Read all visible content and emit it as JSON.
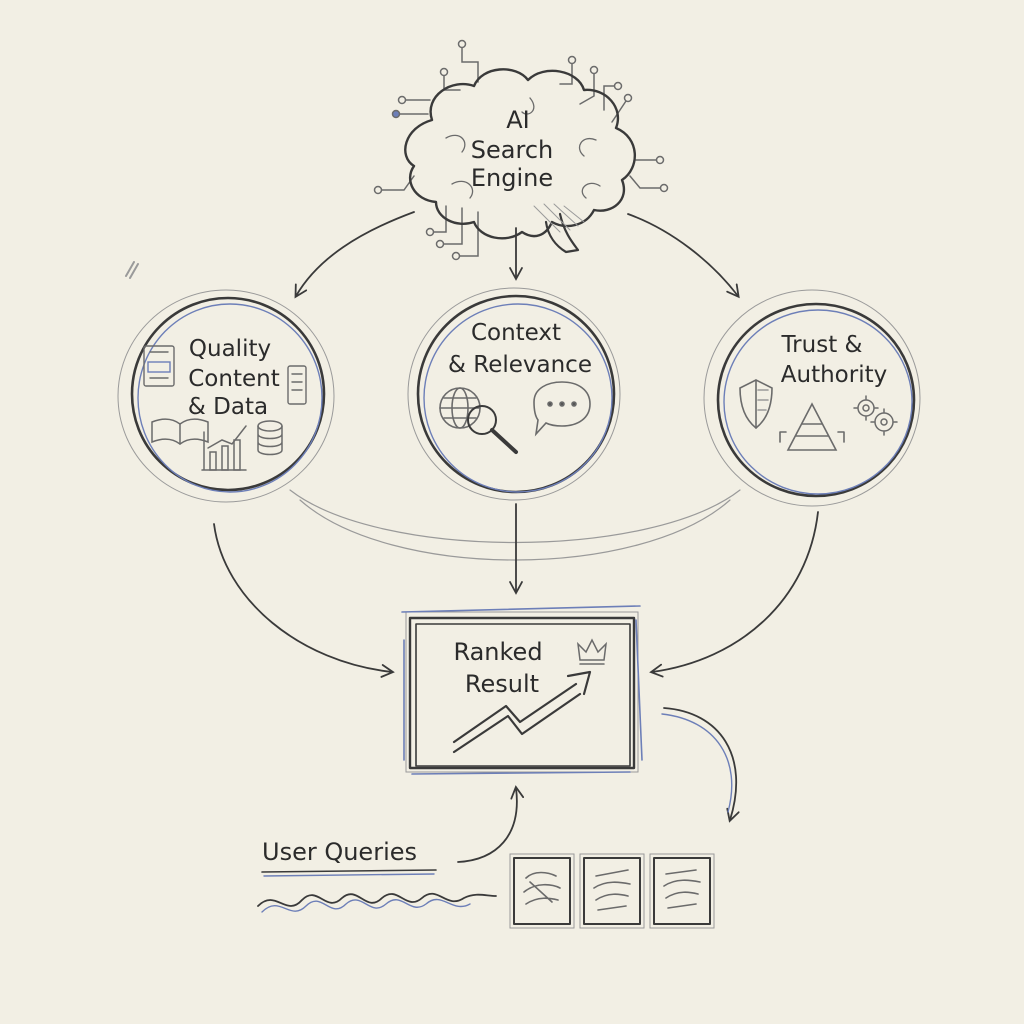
{
  "engine": {
    "lines": [
      "AI",
      "Search",
      "Engine"
    ]
  },
  "factors": [
    {
      "lines": [
        "Quality",
        "Content",
        "& Data"
      ]
    },
    {
      "lines": [
        "Context",
        "& Relevance"
      ]
    },
    {
      "lines": [
        "Trust &",
        "Authority"
      ]
    }
  ],
  "result": {
    "lines": [
      "Ranked",
      "Result"
    ]
  },
  "queries": {
    "label": "User Queries"
  },
  "colors": {
    "paper": "#f2efe4",
    "ink": "#3a3a3a",
    "accent_blue": "#6d7fb8"
  }
}
